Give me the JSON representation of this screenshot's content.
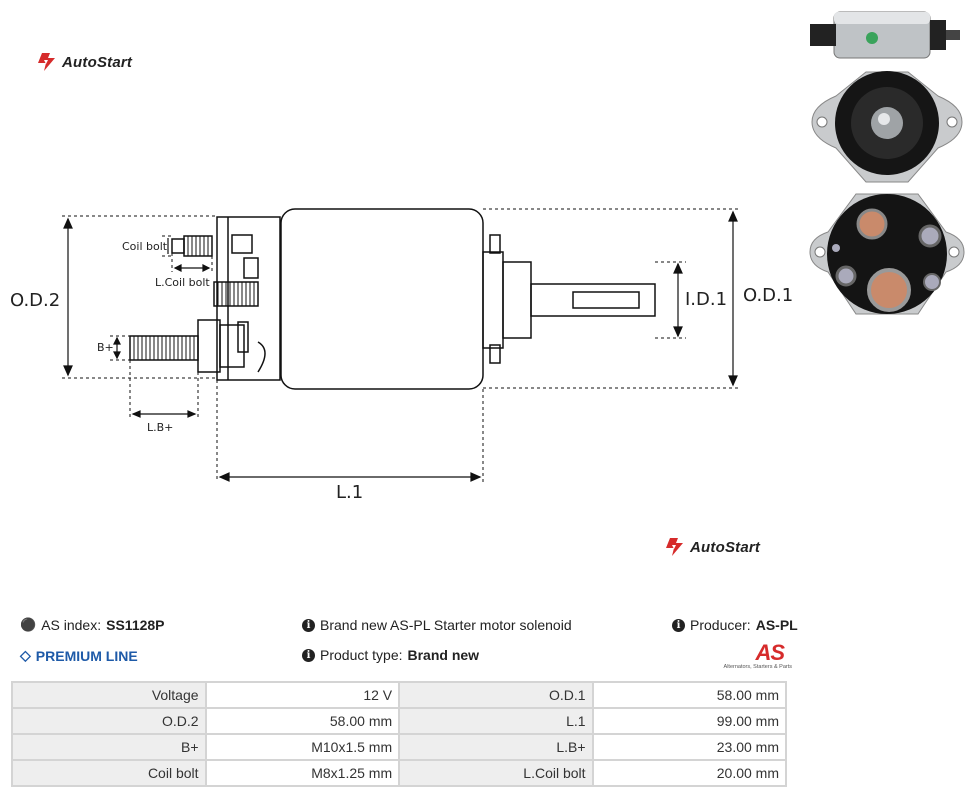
{
  "brand": {
    "name": "AutoStart"
  },
  "drawing_labels": {
    "coil_bolt": "Coil bolt",
    "l_coil_bolt": "L.Coil bolt",
    "b_plus": "B+",
    "l_b_plus": "L.B+",
    "od2": "O.D.2",
    "od1": "O.D.1",
    "id1": "I.D.1",
    "l1": "L.1"
  },
  "info": {
    "as_index_label": "AS index:",
    "as_index_value": "SS1128P",
    "premium_line": "PREMIUM LINE",
    "description": "Brand new AS-PL Starter motor solenoid",
    "product_type_label": "Product type:",
    "product_type_value": "Brand new",
    "producer_label": "Producer:",
    "producer_value": "AS-PL",
    "as_logo_text": "AS",
    "as_logo_tagline": "Alternators, Starters & Parts"
  },
  "specs": [
    [
      "Voltage",
      "12 V",
      "O.D.1",
      "58.00 mm"
    ],
    [
      "O.D.2",
      "58.00 mm",
      "L.1",
      "99.00 mm"
    ],
    [
      "B+",
      "M10x1.5 mm",
      "L.B+",
      "23.00 mm"
    ],
    [
      "Coil bolt",
      "M8x1.25 mm",
      "L.Coil bolt",
      "20.00 mm"
    ]
  ],
  "colors": {
    "brand_red": "#d62b2b",
    "premium_blue": "#1e5aa8",
    "table_border": "#d4d4d4",
    "label_bg": "#eeeeee"
  }
}
